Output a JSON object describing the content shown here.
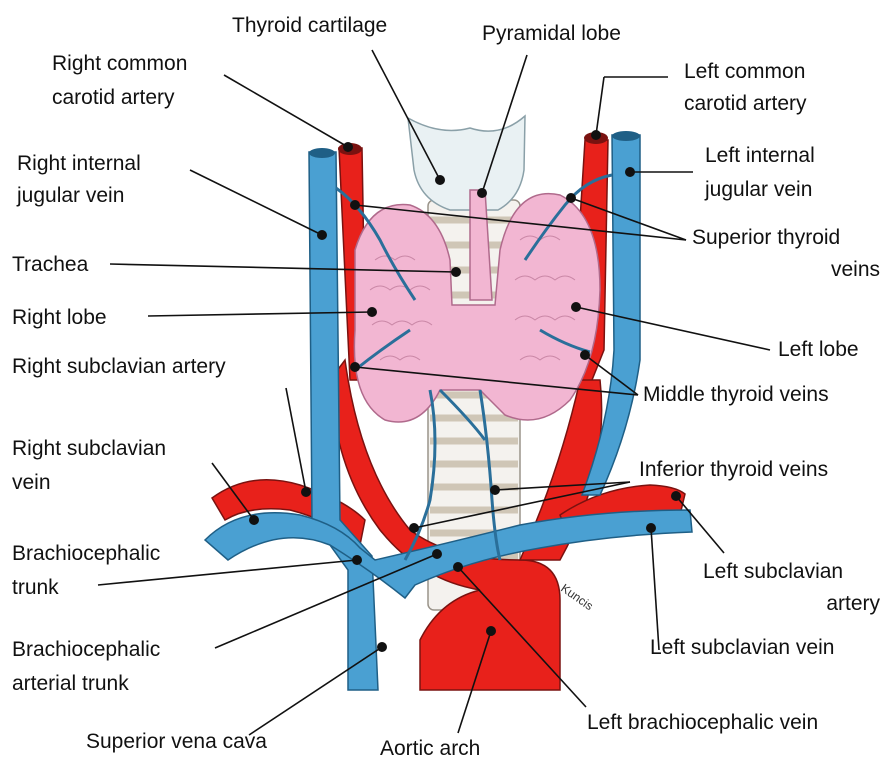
{
  "labels": {
    "thyroid_cartilage": "Thyroid cartilage",
    "pyramidal_lobe": "Pyramidal lobe",
    "right_common_carotid": [
      "Right common",
      "carotid artery"
    ],
    "left_common_carotid": [
      "Left common",
      "carotid artery"
    ],
    "right_internal_jugular": [
      "Right internal",
      "jugular vein"
    ],
    "left_internal_jugular": [
      "Left internal",
      "jugular vein"
    ],
    "trachea": "Trachea",
    "superior_thyroid_veins": [
      "Superior thyroid",
      "veins"
    ],
    "right_lobe": "Right lobe",
    "left_lobe": "Left lobe",
    "right_subclavian_artery": "Right subclavian artery",
    "middle_thyroid_veins": "Middle thyroid veins",
    "right_subclavian_vein": [
      "Right subclavian",
      "vein"
    ],
    "inferior_thyroid_veins": "Inferior thyroid veins",
    "brachiocephalic_trunk": [
      "Brachiocephalic",
      "trunk"
    ],
    "left_subclavian_artery": [
      "Left subclavian",
      "artery"
    ],
    "left_subclavian_vein": "Left subclavian vein",
    "brachiocephalic_arterial_trunk": [
      "Brachiocephalic",
      "arterial trunk"
    ],
    "superior_vena_cava": "Superior vena cava",
    "aortic_arch": "Aortic arch",
    "left_brachiocephalic_vein": "Left brachiocephalic vein"
  },
  "colors": {
    "artery": "#e8211b",
    "vein": "#4aa0d2",
    "vein_dark": "#2a6f9a",
    "thyroid": "#f2b6d2",
    "thyroid_outline": "#b06a8c",
    "cartilage": "#e9f1f3",
    "trachea_ring": "#d8cfc0"
  },
  "signature": "Kuncis"
}
